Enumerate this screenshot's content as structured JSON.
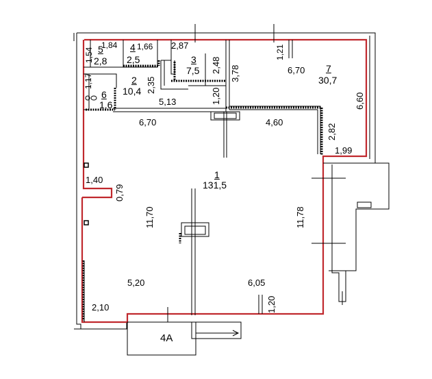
{
  "plan": {
    "wall_color": "#c0282d",
    "line_color": "#000000",
    "rooms": [
      {
        "num": "1",
        "area": "131,5"
      },
      {
        "num": "2",
        "area": "10,4"
      },
      {
        "num": "3",
        "area": "7,5"
      },
      {
        "num": "4",
        "area": "2,5"
      },
      {
        "num": "5",
        "area": "2,8"
      },
      {
        "num": "6",
        "area": "1,6"
      },
      {
        "num": "7",
        "area": "30,7"
      }
    ],
    "dims": {
      "d_1_84": "1,84",
      "d_1_66": "1,66",
      "d_2_87": "2,87",
      "d_1_54": "1,54",
      "d_1_21": "1,21",
      "d_6_70_top": "6,70",
      "d_2_48": "2,48",
      "d_3_78": "3,78",
      "d_1_17": "1,17",
      "d_2_35": "2,35",
      "d_1_20_top": "1,20",
      "d_5_13": "5,13",
      "d_6_70_mid": "6,70",
      "d_4_60": "4,60",
      "d_6_60": "6,60",
      "d_2_82": "2,82",
      "d_1_99": "1,99",
      "d_1_40": "1,40",
      "d_0_79": "0,79",
      "d_11_70": "11,70",
      "d_11_78": "11,78",
      "d_5_20": "5,20",
      "d_6_05": "6,05",
      "d_1_20_bottom": "1,20",
      "d_2_10": "2,10"
    },
    "extra_label": "4A"
  }
}
